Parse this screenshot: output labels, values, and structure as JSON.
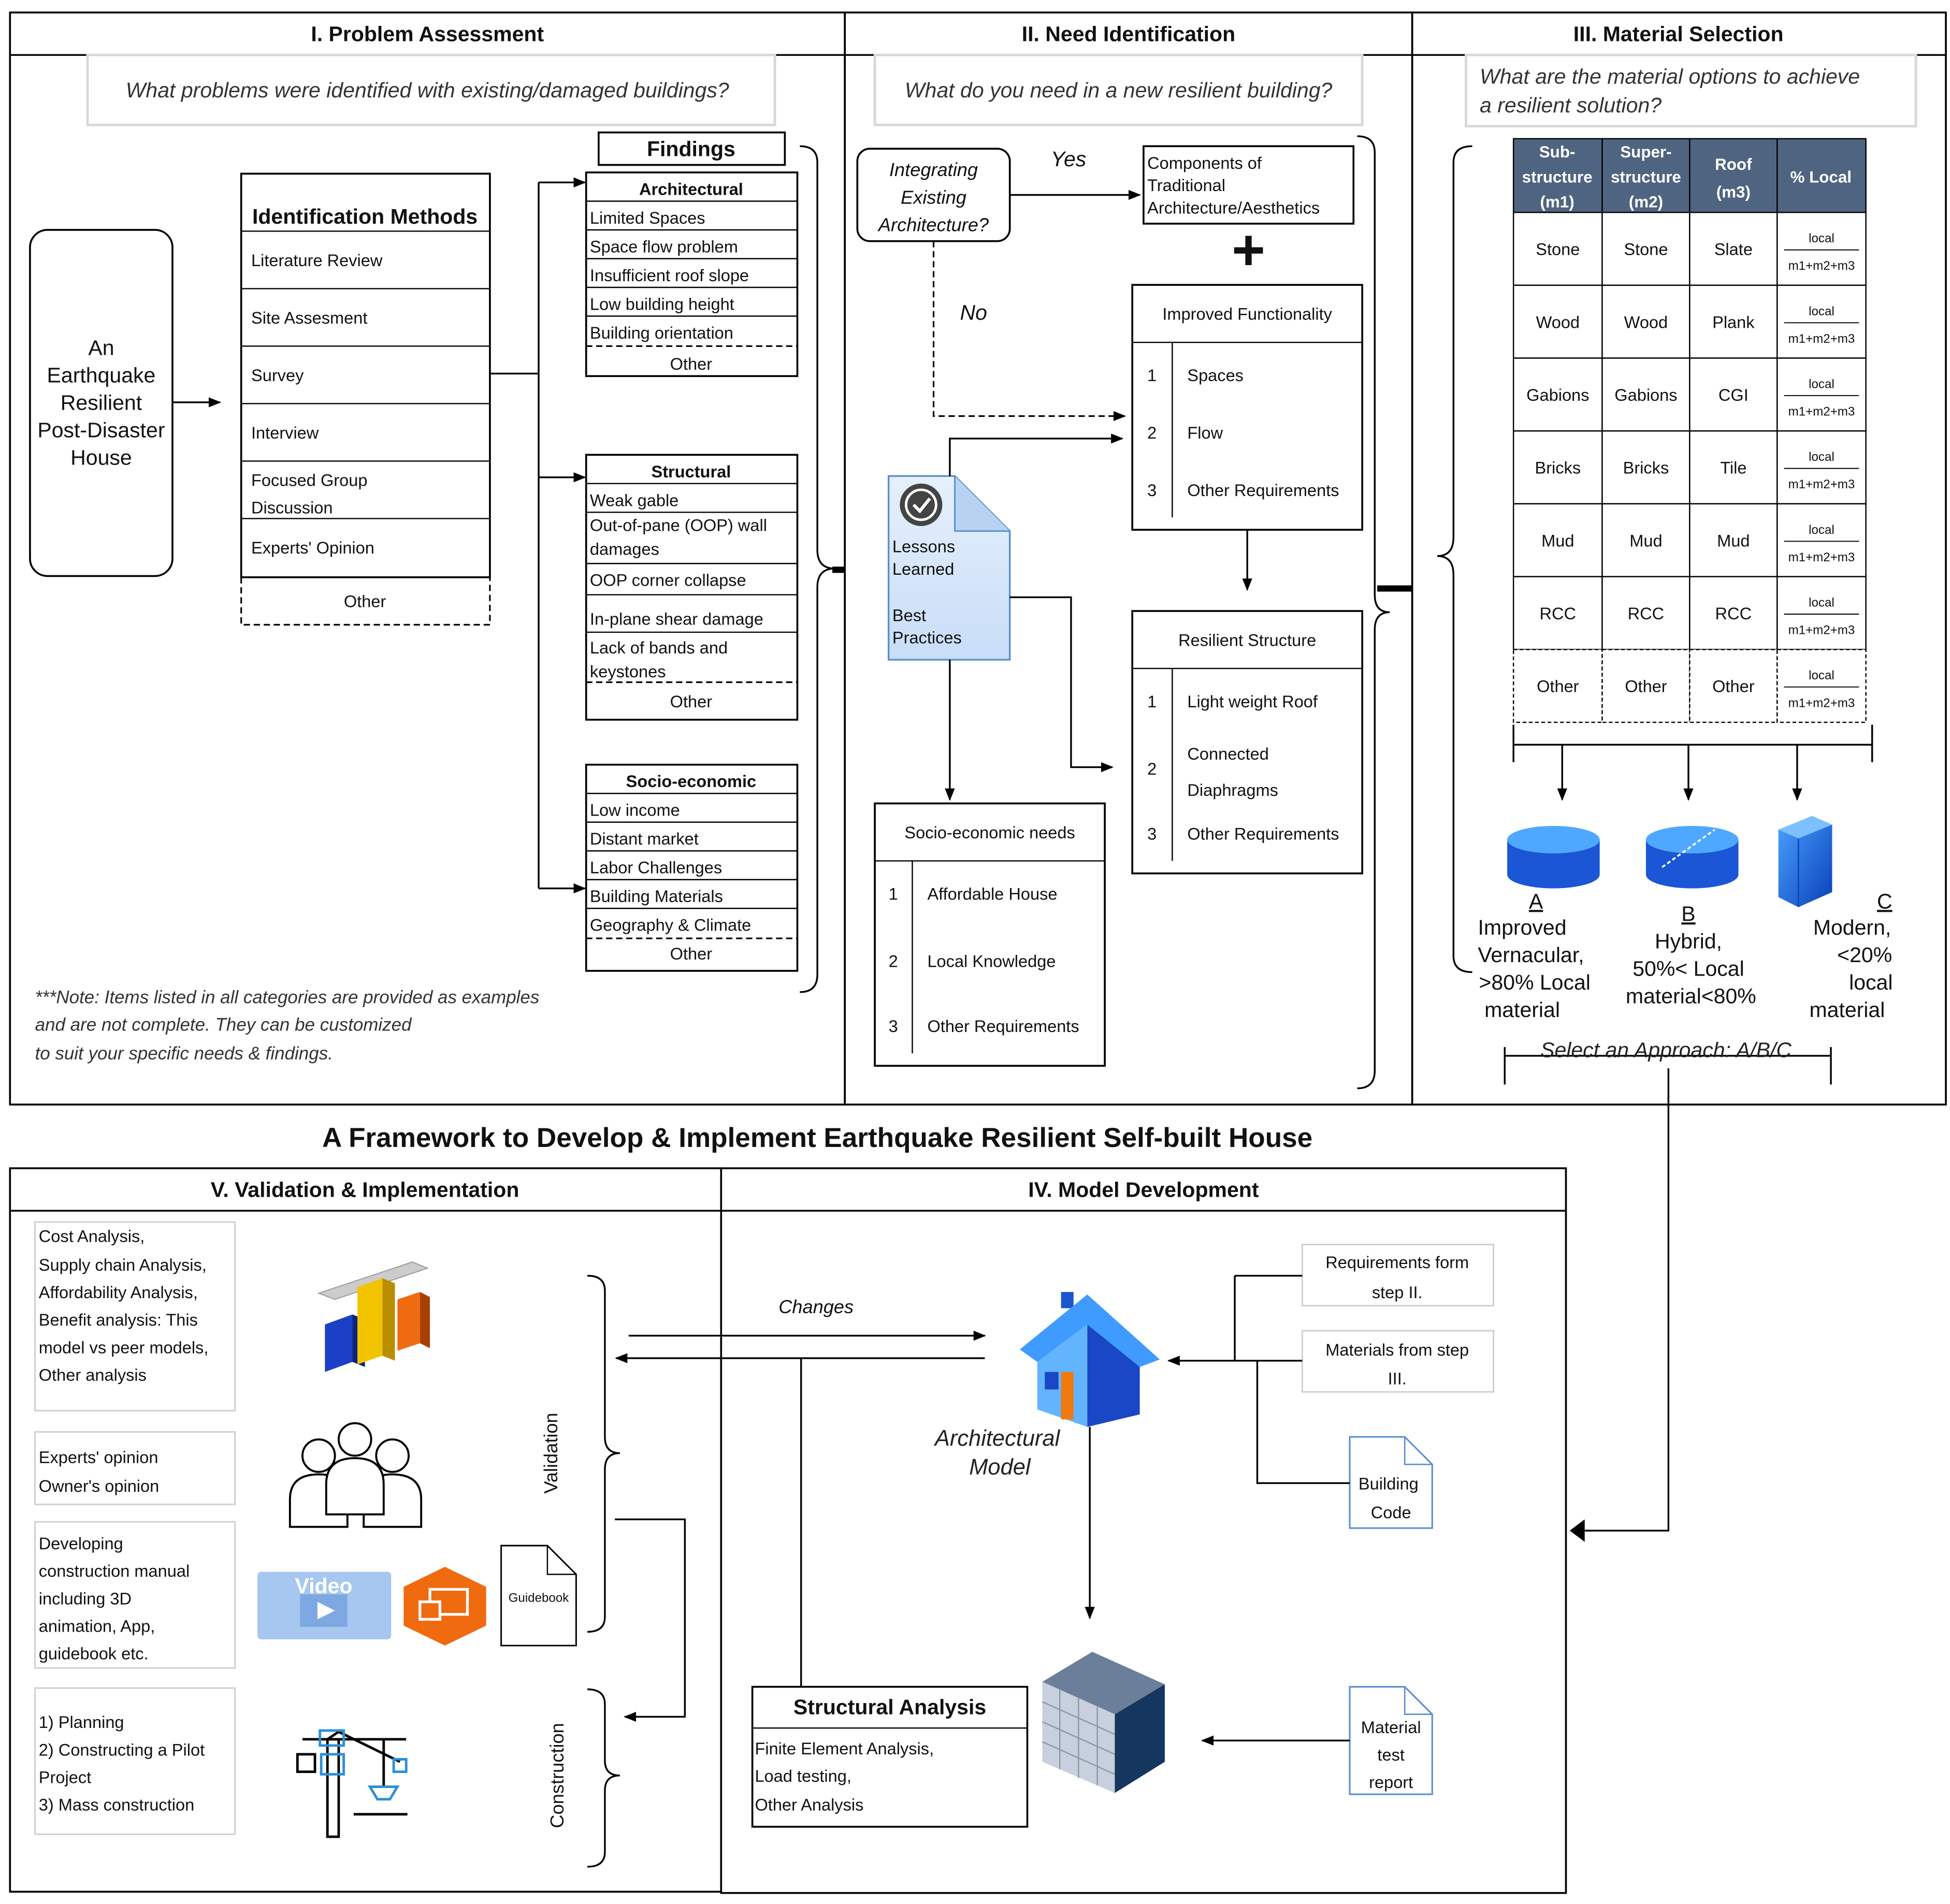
{
  "diagram_title": "A Framework to Develop & Implement Earthquake Resilient Self-built House",
  "s1": {
    "title": "I. Problem Assessment",
    "question": "What problems were identified with existing/damaged buildings?",
    "start_lines": [
      "An",
      "Earthquake",
      "Resilient",
      "Post-Disaster",
      "House"
    ],
    "id_title": "Identification Methods",
    "methods": [
      "Literature Review",
      "Site Assesment",
      "Survey",
      "Interview",
      "Focused Group",
      "Discussion",
      "Experts' Opinion"
    ],
    "methods_other": "Other",
    "findings_title": "Findings",
    "arch": {
      "title": "Architectural",
      "items": [
        "Limited Spaces",
        "Space flow problem",
        "Insufficient roof slope",
        "Low building height",
        "Building orientation"
      ],
      "other": "Other"
    },
    "struct": {
      "title": "Structural",
      "items": [
        "Weak gable",
        "Out-of-pane (OOP) wall",
        "damages",
        "OOP corner collapse",
        "In-plane shear damage",
        "Lack of bands and",
        "keystones"
      ],
      "other": "Other"
    },
    "socio": {
      "title": "Socio-economic",
      "items": [
        "Low income",
        "Distant market",
        "Labor Challenges",
        "Building Materials",
        "Geography & Climate"
      ],
      "other": "Other"
    },
    "note": [
      "***Note: Items listed in all categories are provided as examples",
      "and are not complete. They can be customized",
      "to suit your specific needs & findings."
    ]
  },
  "s2": {
    "title": "II. Need Identification",
    "question": "What do you need in a new resilient building?",
    "decision": [
      "Integrating",
      "Existing",
      "Architecture?"
    ],
    "yes": "Yes",
    "no": "No",
    "components": [
      "Components of",
      "Traditional",
      "Architecture/Aesthetics"
    ],
    "plus": "+",
    "doc_lines": [
      "Lessons",
      "Learned",
      "Best",
      "Practices"
    ],
    "improved": {
      "title": "Improved Functionality",
      "nums": [
        "1",
        "2",
        "3"
      ],
      "items": [
        "Spaces",
        "Flow",
        "Other Requirements"
      ]
    },
    "resilient": {
      "title": "Resilient Structure",
      "nums": [
        "1",
        "2",
        "3"
      ],
      "items": [
        "Light weight Roof",
        "Connected",
        "Diaphragms",
        "Other Requirements"
      ]
    },
    "socio_needs": {
      "title": "Socio-economic needs",
      "nums": [
        "1",
        "2",
        "3"
      ],
      "items": [
        "Affordable House",
        "Local Knowledge",
        "Other Requirements"
      ]
    }
  },
  "s3": {
    "title": "III. Material Selection",
    "question": [
      "What are the material options to achieve",
      "a resilient solution?"
    ],
    "headers": [
      [
        "Sub-",
        "structure",
        "(m1)"
      ],
      [
        "Super-",
        "structure",
        "(m2)"
      ],
      [
        "Roof",
        "(m3)"
      ],
      [
        "% Local"
      ]
    ],
    "rows": [
      [
        "Stone",
        "Stone",
        "Slate"
      ],
      [
        "Wood",
        "Wood",
        "Plank"
      ],
      [
        "Gabions",
        "Gabions",
        "CGI"
      ],
      [
        "Bricks",
        "Bricks",
        "Tile"
      ],
      [
        "Mud",
        "Mud",
        "Mud"
      ],
      [
        "RCC",
        "RCC",
        "RCC"
      ],
      [
        "Other",
        "Other",
        "Other"
      ]
    ],
    "frac_num": "local",
    "frac_den": "m1+m2+m3",
    "options": [
      {
        "letter": "A",
        "lines": [
          "Improved",
          "Vernacular,",
          ">80% Local",
          "material"
        ]
      },
      {
        "letter": "B",
        "lines": [
          "Hybrid,",
          "50%< Local",
          "material<80%"
        ]
      },
      {
        "letter": "C",
        "lines": [
          "Modern,",
          "<20%",
          "local",
          "material"
        ]
      }
    ],
    "select": "Select an Approach: A/B/C"
  },
  "s4": {
    "title": "IV. Model Development",
    "changes": "Changes",
    "req": [
      "Requirements form",
      "step II."
    ],
    "mat": [
      "Materials from step",
      "III."
    ],
    "code": [
      "Building",
      "Code"
    ],
    "arch_model": [
      "Architectural",
      "Model"
    ],
    "sa_title": "Structural Analysis",
    "sa_items": [
      "Finite Element Analysis,",
      "Load testing,",
      "Other Analysis"
    ],
    "test": [
      "Material",
      "test",
      "report"
    ]
  },
  "s5": {
    "title": "V. Validation & Implementation",
    "box1": [
      "Cost Analysis,",
      "Supply chain Analysis,",
      "Affordability Analysis,",
      "Benefit analysis: This",
      "model vs peer models,",
      "Other analysis"
    ],
    "box2": [
      "Experts' opinion",
      "Owner's opinion"
    ],
    "box3": [
      "Developing",
      "construction manual",
      "including 3D",
      "animation, App,",
      "guidebook etc."
    ],
    "box4": [
      "1) Planning",
      "2) Constructing  a Pilot",
      "Project",
      "3) Mass construction"
    ],
    "video": "Video",
    "guidebook": "Guidebook",
    "validation": "Validation",
    "construction": "Construction"
  }
}
